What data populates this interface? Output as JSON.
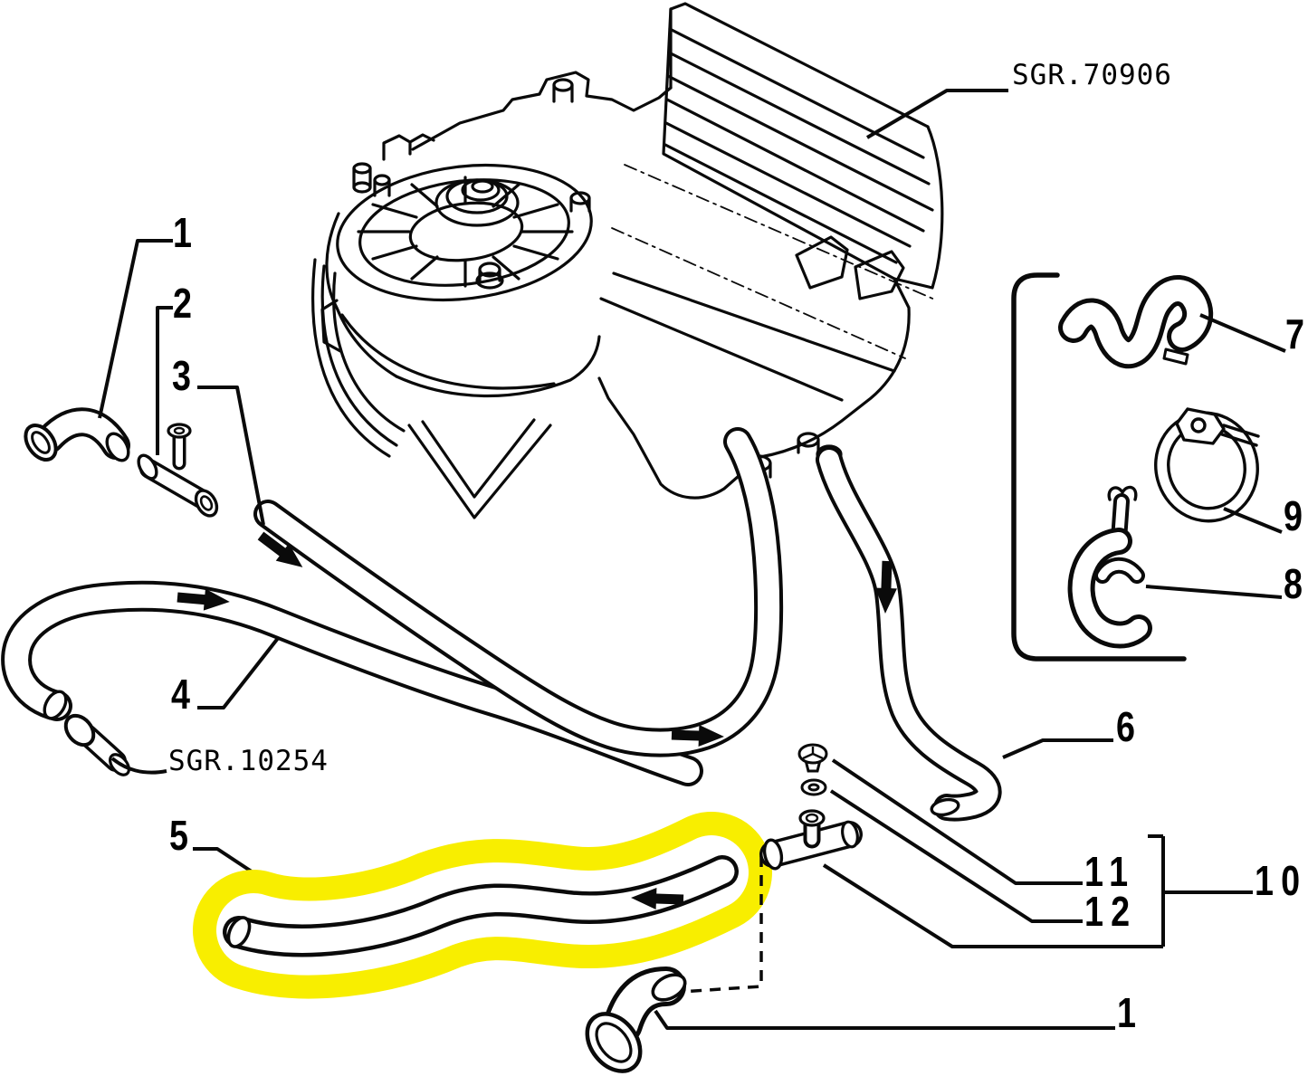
{
  "diagram": {
    "type": "exploded-parts-diagram",
    "subject": "heater blower unit with water hoses and clamps",
    "background_color": "#ffffff",
    "line_color": "#000000",
    "highlight_color": "#f8ee00",
    "highlighted_part": "5"
  },
  "callouts": {
    "part1_top": "1",
    "part2": "2",
    "part3": "3",
    "part4": "4",
    "part5": "5",
    "part6": "6",
    "part7": "7",
    "part8": "8",
    "part9": "9",
    "part10": "10",
    "part11": "11",
    "part12": "12",
    "part1_bottom": "1",
    "group_heater_code": "SGR.70906",
    "group_hose_code": "SGR.10254"
  }
}
